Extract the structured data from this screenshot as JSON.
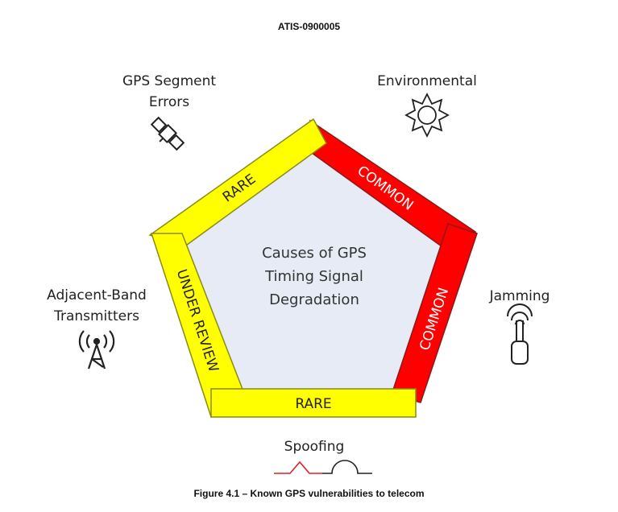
{
  "header": {
    "doc_id": "ATIS-0900005"
  },
  "center": {
    "line1": "Causes of GPS",
    "line2": "Timing Signal",
    "line3": "Degradation"
  },
  "bands": {
    "top_left": {
      "label": "RARE",
      "color": "#ffff00"
    },
    "top_right": {
      "label": "COMMON",
      "color": "#ff0000"
    },
    "right": {
      "label": "COMMON",
      "color": "#ff0000"
    },
    "bottom": {
      "label": "RARE",
      "color": "#ffff00"
    },
    "left": {
      "label": "UNDER REVIEW",
      "color": "#ffff00"
    }
  },
  "causes": {
    "gps_segment": {
      "line1": "GPS Segment",
      "line2": "Errors",
      "icon": "satellite-icon"
    },
    "environmental": {
      "line1": "Environmental",
      "icon": "sun-icon"
    },
    "jamming": {
      "line1": "Jamming",
      "icon": "jammer-icon"
    },
    "spoofing": {
      "line1": "Spoofing",
      "icon": "signal-wave-icon"
    },
    "adjacent_band": {
      "line1": "Adjacent-Band",
      "line2": "Transmitters",
      "icon": "radio-tower-icon"
    }
  },
  "caption": "Figure 4.1 – Known GPS vulnerabilities to telecom"
}
